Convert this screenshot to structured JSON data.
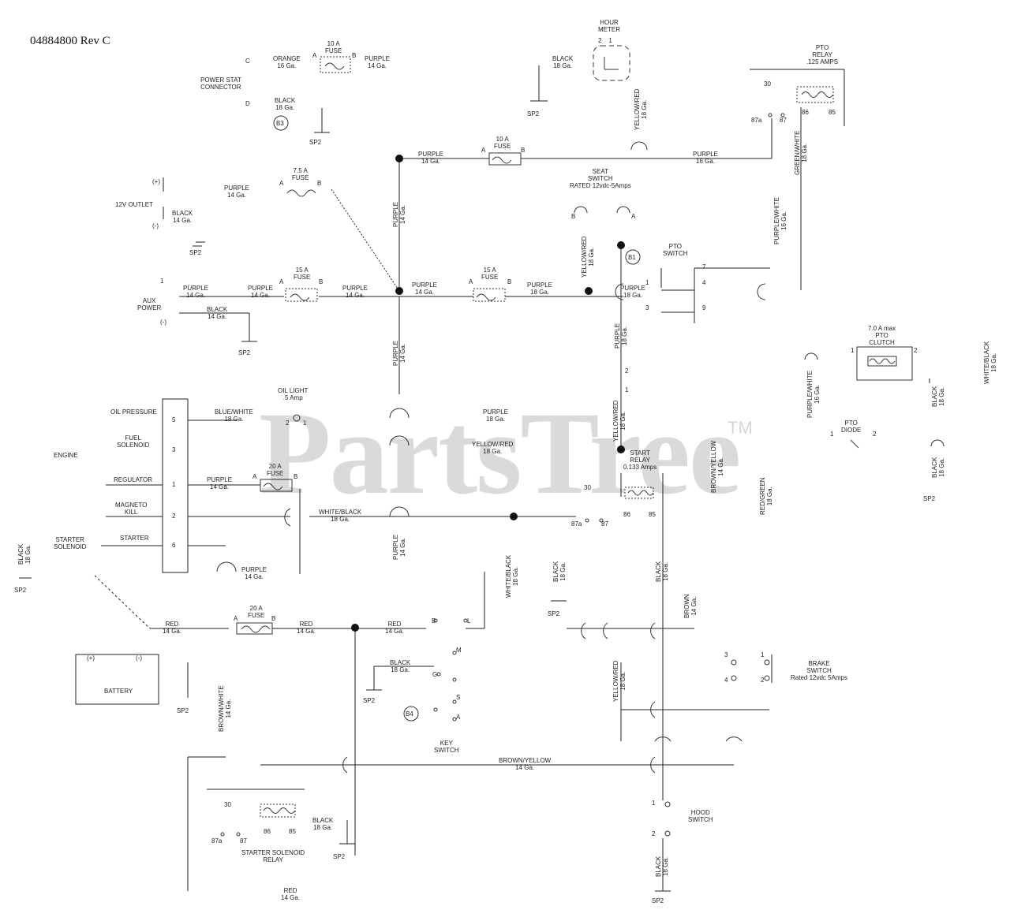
{
  "doc_id": "04884800 Rev C",
  "watermark": "PartsTree",
  "trademark": "TM",
  "labels": {
    "hour_meter": "HOUR\nMETER",
    "hm_pins": "2    1",
    "black18_hm": "BLACK\n18 Ga.",
    "sp2": "SP2",
    "pto_relay": "PTO\nRELAY\n.125 AMPS",
    "r30": "30",
    "r87a": "87a",
    "r87": "87",
    "r86": "86",
    "r85": "85",
    "c": "C",
    "d": "D",
    "orange16": "ORANGE\n16 Ga.",
    "fuse10a": "10 A\nFUSE",
    "a": "A",
    "b": "B",
    "purple14": "PURPLE\n14 Ga.",
    "purple14_v": "PURPLE\n14 Ga.",
    "purple16": "PURPLE\n16 Ga.",
    "purple18": "PURPLE\n18 Ga.",
    "purple18_v": "PURPLE\n18 Ga.",
    "power_stat": "POWER STAT\nCONNECTOR",
    "black18": "BLACK\n18 Ga.",
    "black14": "BLACK\n14 Ga.",
    "black14_v": "BLACK\n14 Ga.",
    "black18_v": "BLACK\n18 Ga.",
    "b3": "B3",
    "b1": "B1",
    "b4": "B4",
    "yellow_red18_v": "YELLOW/RED\n18 Ga.",
    "yellow_red18": "YELLOW/RED\n18 Ga.",
    "green_white18": "GREEN/WHITE\n18 Ga.",
    "purple_white16": "PURPLE/WHITE\n16 Ga.",
    "fuse7_5a": "7.5 A\nFUSE",
    "plus": "(+)",
    "minus": "(-)",
    "outlet12v": "12V OUTLET",
    "seat_switch": "SEAT\nSWITCH\nRATED 12vdc-5Amps",
    "pto_switch": "PTO\nSWITCH",
    "fuse15a": "15 A\nFUSE",
    "pin1": "1",
    "pin2": "2",
    "pin3": "3",
    "pin4": "4",
    "pin5": "5",
    "pin6": "6",
    "pin7": "7",
    "pin9": "9",
    "aux_power": "AUX\nPOWER",
    "pto_clutch": "7.0 A max\nPTO\nCLUTCH",
    "white_black18": "WHITE/BLACK\n18 Ga.",
    "white_black18_v": "WHITE/BLACK\n18 Ga.",
    "oil_pressure": "OIL PRESSURE",
    "fuel_solenoid": "FUEL\nSOLENOID",
    "engine": "ENGINE",
    "regulator": "REGULATOR",
    "magneto_kill": "MAGNETO\nKILL",
    "starter": "STARTER",
    "blue_white18": "BLUE/WHITE\n18 Ga.",
    "oil_light": "OIL LIGHT\n.5 Amp",
    "start_relay": "START\nRELAY\n0.133 Amps",
    "brown_yellow14_v": "BROWN/YELLOW\n14 Ga.",
    "brown_yellow14": "BROWN/YELLOW\n14 Ga.",
    "pto_diode": "PTO\nDIODE",
    "red_green18": "RED/GREEN\n18 Ga.",
    "fuse20a": "20 A\nFUSE",
    "starter_solenoid": "STARTER\nSOLENOID",
    "red14": "RED\n14 Ga.",
    "brown14": "BROWN\n14 Ga.",
    "battery": "BATTERY",
    "brown_white14": "BROWN/WHITE\n14 Ga.",
    "key_switch": "KEY\nSWITCH",
    "brake_switch": "BRAKE\nSWITCH\nRated 12vdc 5Amps",
    "hood_switch": "HOOD\nSWITCH",
    "ss_relay": "STARTER SOLENOID\nRELAY",
    "ks_b": "B",
    "ks_s": "S",
    "ks_m": "M",
    "ks_g": "G",
    "ks_l": "L",
    "ks_a": "A"
  }
}
